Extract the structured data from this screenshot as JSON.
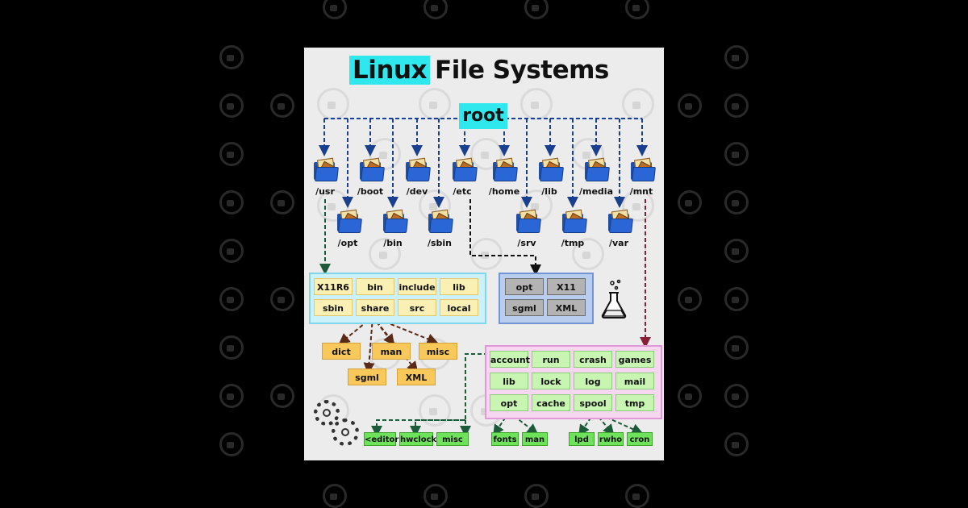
{
  "title": {
    "highlight": "Linux",
    "rest": "File Systems"
  },
  "root": "root",
  "folders_row1": [
    "/usr",
    "/boot",
    "/dev",
    "/etc",
    "/home",
    "/lib",
    "/media",
    "/mnt"
  ],
  "folders_row2": [
    "/opt",
    "/bin",
    "/sbin",
    "/srv",
    "/tmp",
    "/var"
  ],
  "usr_contents": [
    "X11R6",
    "bin",
    "include",
    "lib",
    "sbin",
    "share",
    "src",
    "local"
  ],
  "share_contents": [
    "dict",
    "man",
    "misc",
    "sgml",
    "XML"
  ],
  "etc_contents": [
    "opt",
    "X11",
    "sgml",
    "XML"
  ],
  "var_contents": [
    "account",
    "run",
    "crash",
    "games",
    "lib",
    "lock",
    "log",
    "mail",
    "opt",
    "cache",
    "spool",
    "tmp"
  ],
  "var_opt_contents": [
    "<editor>",
    "hwclock",
    "misc"
  ],
  "var_cache_contents": [
    "fonts",
    "man"
  ],
  "var_spool_contents": [
    "lpd",
    "rwho",
    "cron"
  ],
  "icons": {
    "folder": "folder-icon",
    "flask": "flask-icon",
    "gears": "gears-icon"
  },
  "colors": {
    "accent": "#2ee8ee",
    "arrow_blue": "#1a3f8f",
    "arrow_green": "#1c5a3a",
    "arrow_red": "#8a1f3a",
    "arrow_brown": "#5a2a18"
  }
}
